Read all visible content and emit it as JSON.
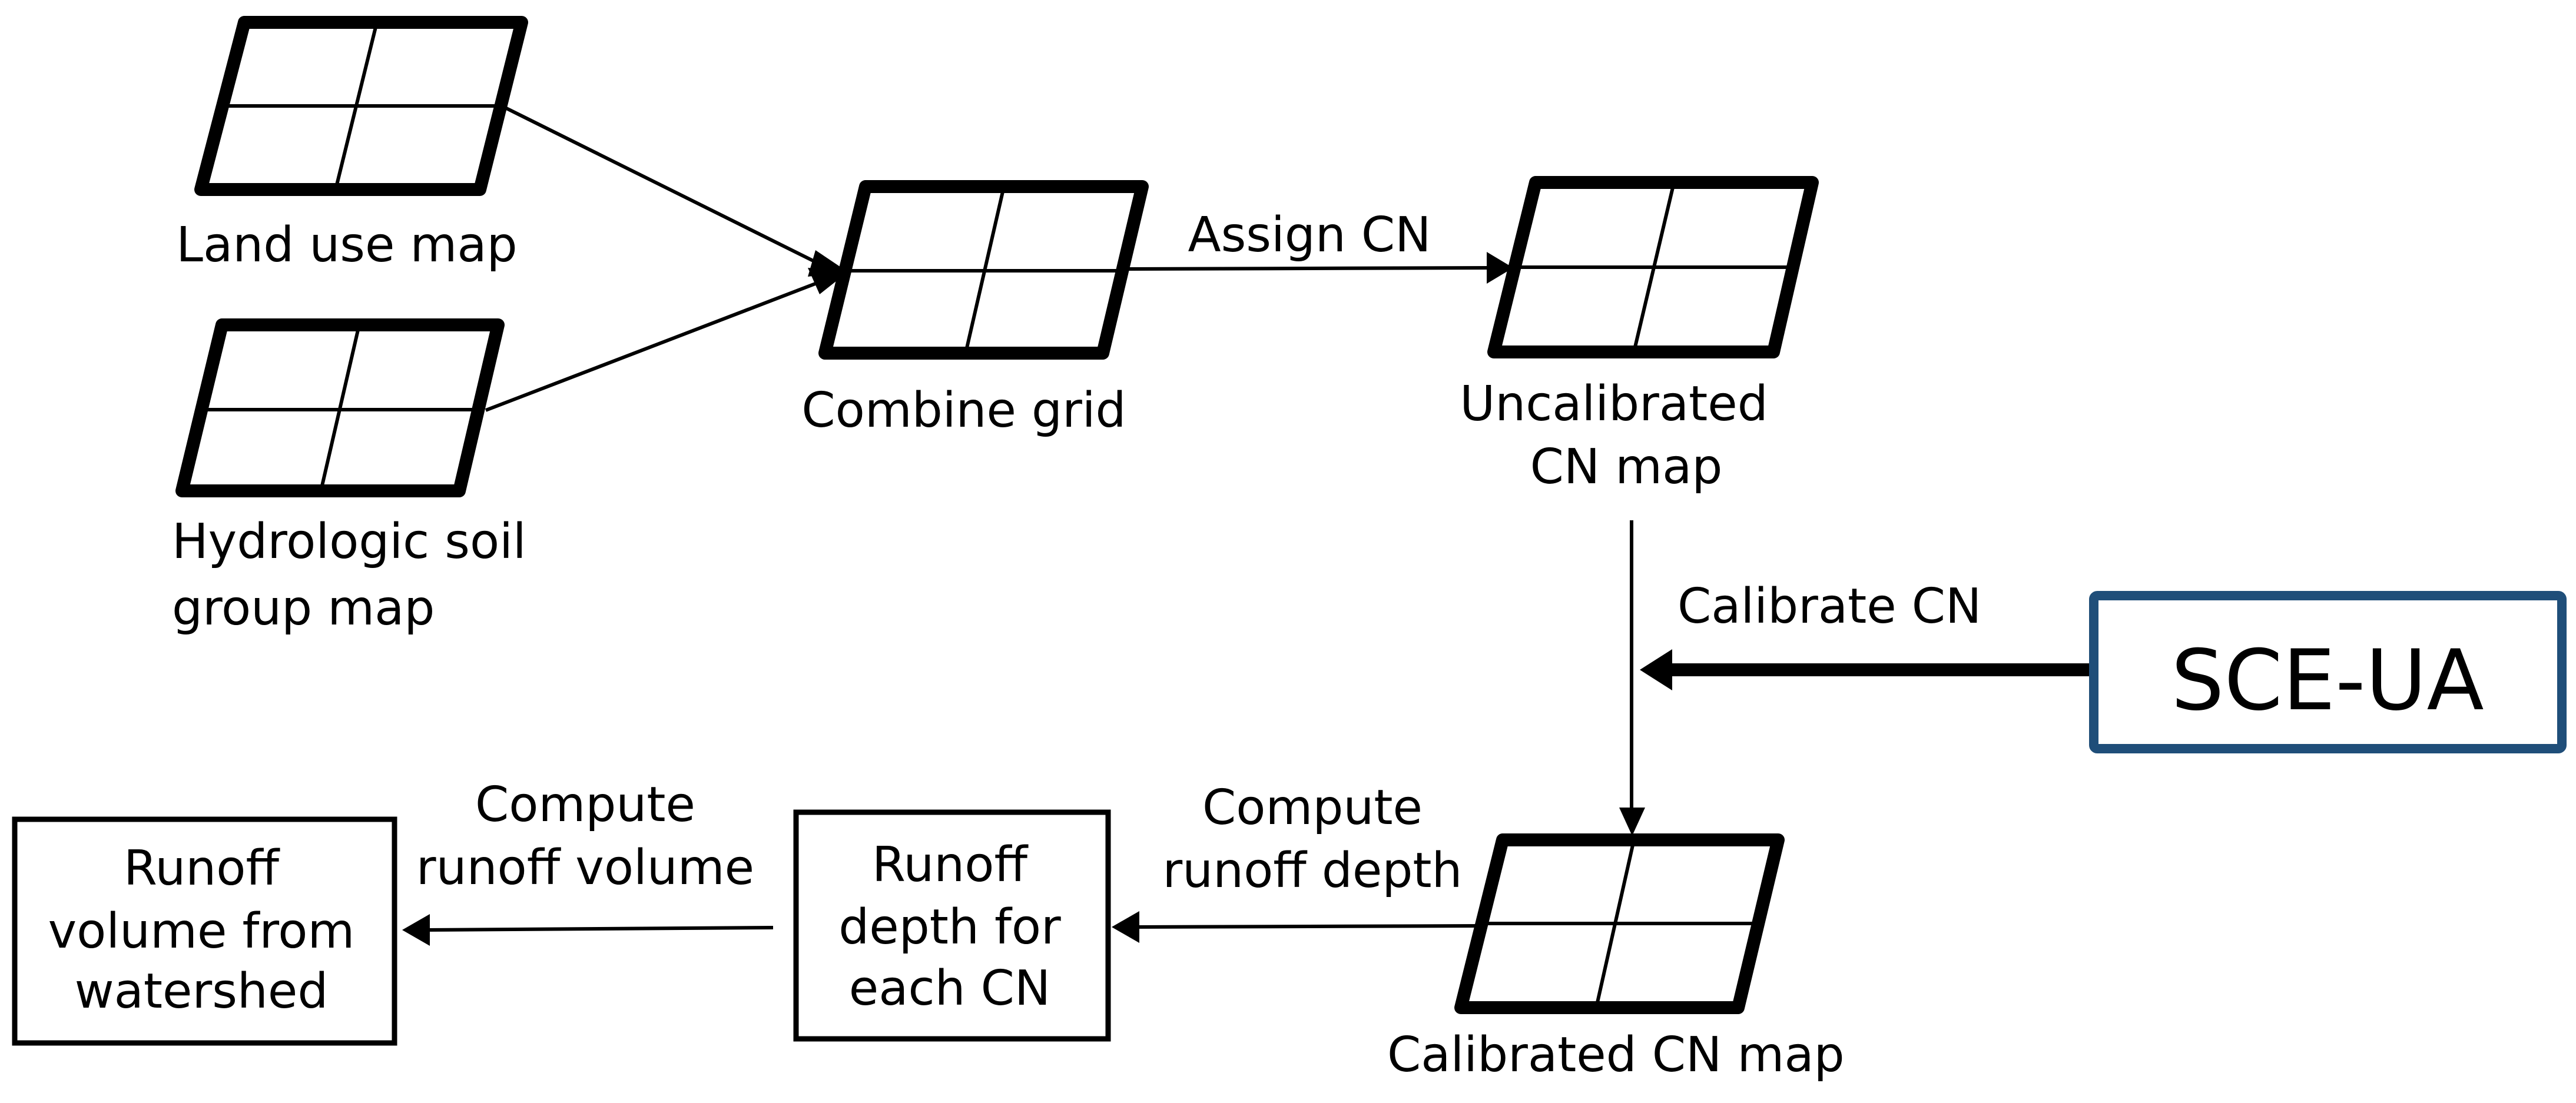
{
  "diagram": {
    "title": "SCS-CN runoff estimation workflow with SCE-UA calibration",
    "colors": {
      "line": "#000000",
      "optimizer_border": "#1F4E79",
      "background": "#ffffff"
    },
    "nodes": {
      "land_use_map": {
        "label_lines": [
          "Land use map"
        ],
        "shape": "grid-map"
      },
      "soil_group_map": {
        "label_lines": [
          "Hydrologic soil",
          "group map"
        ],
        "shape": "grid-map"
      },
      "combine_grid": {
        "label_lines": [
          "Combine grid"
        ],
        "shape": "grid-map"
      },
      "uncalibrated_cn_map": {
        "label_lines": [
          "Uncalibrated",
          "CN map"
        ],
        "shape": "grid-map"
      },
      "calibrated_cn_map": {
        "label_lines": [
          "Calibrated  CN map"
        ],
        "shape": "grid-map"
      },
      "sce_ua": {
        "label_lines": [
          "SCE-UA"
        ],
        "shape": "box"
      },
      "runoff_depth": {
        "label_lines": [
          "Runoff",
          "depth for",
          "each CN"
        ],
        "shape": "box"
      },
      "runoff_volume": {
        "label_lines": [
          "Runoff",
          "volume from",
          "watershed"
        ],
        "shape": "box"
      }
    },
    "edges": {
      "land_use_to_combine": {
        "from": "land_use_map",
        "to": "combine_grid",
        "label_lines": []
      },
      "soil_to_combine": {
        "from": "soil_group_map",
        "to": "combine_grid",
        "label_lines": []
      },
      "assign_cn": {
        "from": "combine_grid",
        "to": "uncalibrated_cn_map",
        "label_lines": [
          "Assign CN"
        ]
      },
      "calibrate_cn": {
        "from": "uncalibrated_cn_map",
        "to": "calibrated_cn_map",
        "label_lines": [
          "Calibrate CN"
        ]
      },
      "sce_ua_feed": {
        "from": "sce_ua",
        "to": "calibrate_cn",
        "label_lines": []
      },
      "compute_depth": {
        "from": "calibrated_cn_map",
        "to": "runoff_depth",
        "label_lines": [
          "Compute",
          "runoff depth"
        ]
      },
      "compute_volume": {
        "from": "runoff_depth",
        "to": "runoff_volume",
        "label_lines": [
          "Compute",
          "runoff volume"
        ]
      }
    }
  }
}
